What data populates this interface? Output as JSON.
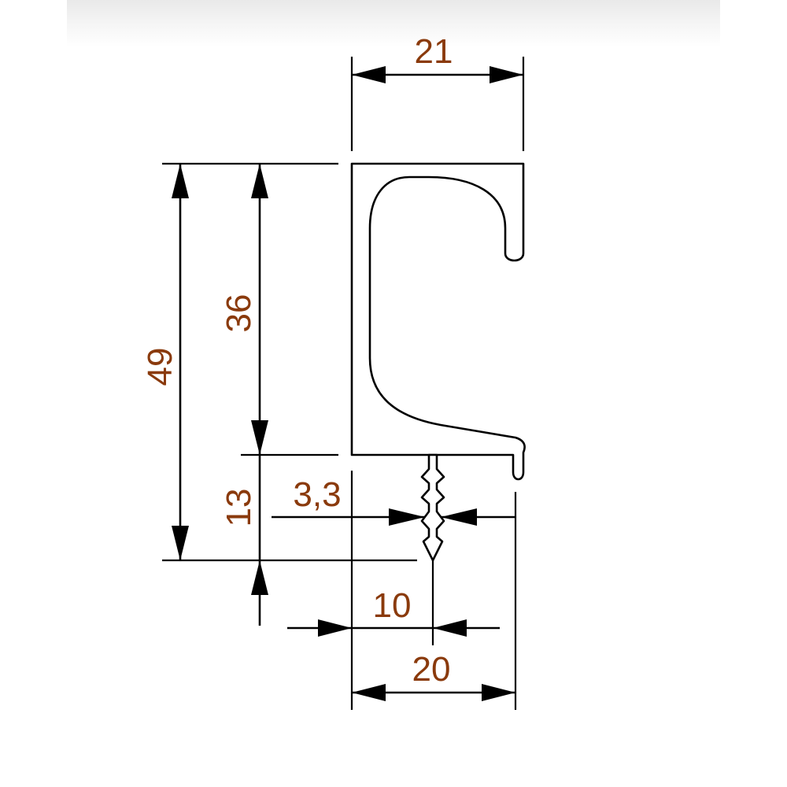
{
  "dimensions": {
    "width_top": "21",
    "height_total": "49",
    "height_upper": "36",
    "height_lower": "13",
    "tongue_width": "3,3",
    "tongue_offset": "10",
    "width_bottom": "20"
  },
  "colors": {
    "line": "#000000",
    "dimension_text": "#8a3a0c",
    "background": "#ffffff"
  }
}
